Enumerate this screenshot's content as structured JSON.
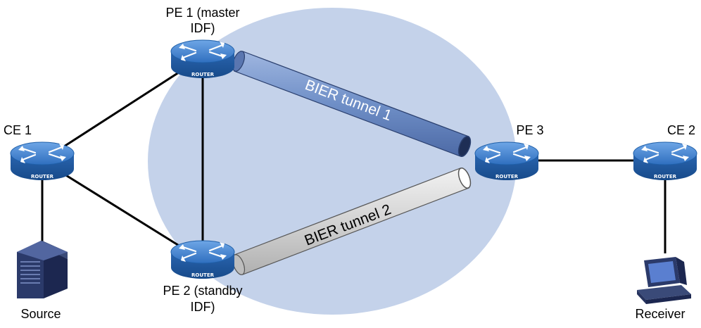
{
  "nodes": {
    "pe1": {
      "label_line1": "PE 1 (master",
      "label_line2": "IDF)",
      "badge": "ROUTER"
    },
    "pe2": {
      "label_line1": "PE 2 (standby",
      "label_line2": "IDF)",
      "badge": "ROUTER"
    },
    "pe3": {
      "label": "PE 3",
      "badge": "ROUTER"
    },
    "ce1": {
      "label": "CE 1",
      "badge": "ROUTER"
    },
    "ce2": {
      "label": "CE 2",
      "badge": "ROUTER"
    },
    "source": {
      "label": "Source"
    },
    "receiver": {
      "label": "Receiver"
    }
  },
  "tunnels": {
    "t1": {
      "label": "BIER tunnel 1",
      "color": "#6f8fc7"
    },
    "t2": {
      "label": "BIER tunnel 2",
      "color": "#d3d3d3"
    }
  },
  "colors": {
    "domain": "#c4d2ea",
    "router": "#3f7fcf",
    "router_dark": "#1f5fa8"
  }
}
